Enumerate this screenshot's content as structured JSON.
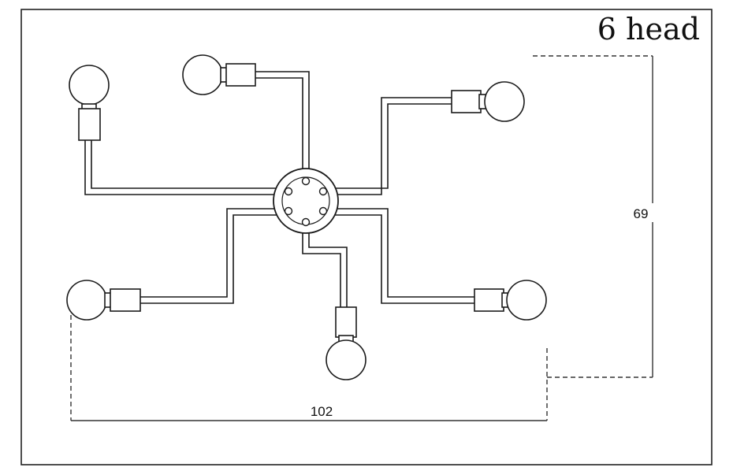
{
  "diagram": {
    "title": "6 head",
    "dimensions": {
      "height": "69",
      "width": "102"
    },
    "lamp_heads": 6,
    "colors": {
      "line": "#1a1a1a",
      "background": "#ffffff"
    }
  }
}
